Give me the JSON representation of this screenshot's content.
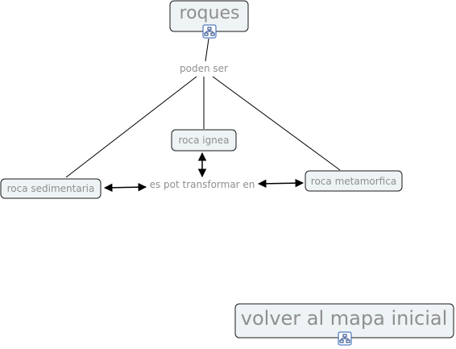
{
  "concept_map": {
    "nodes": {
      "roques": "roques",
      "roca_ignea": "roca ignea",
      "roca_sedimentaria": "roca sedimentaria",
      "roca_metamorfica": "roca metamorfica",
      "volver": "volver al mapa inicial"
    },
    "linking_phrases": {
      "poden_ser": "poden ser",
      "es_pot_transformar_en": "es pot transformar en"
    },
    "icons": {
      "roques": "concept-map-link-icon",
      "volver": "concept-map-link-icon"
    }
  },
  "colors": {
    "node_fill": "#eef3f5",
    "node_text": "#8f8f8f",
    "link_text": "#8f8f8f",
    "line": "#000000"
  }
}
